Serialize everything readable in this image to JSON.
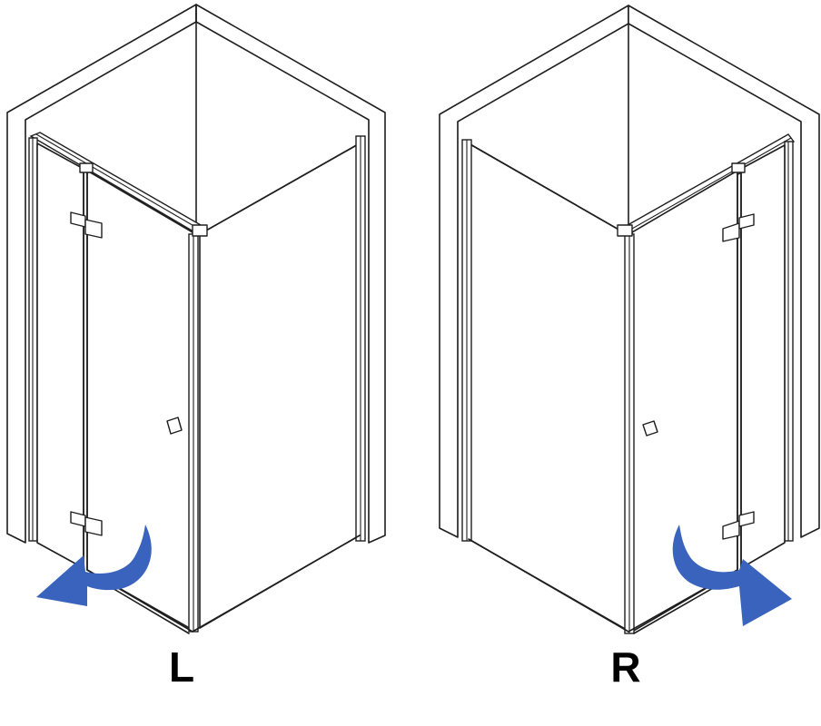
{
  "colors": {
    "arrow": "#3a63bd",
    "line": "#1e1e1e",
    "background": "#ffffff"
  },
  "left_variant": {
    "label": "L",
    "arrow_direction": "left",
    "hinge_side": "left"
  },
  "right_variant": {
    "label": "R",
    "arrow_direction": "right",
    "hinge_side": "right"
  }
}
